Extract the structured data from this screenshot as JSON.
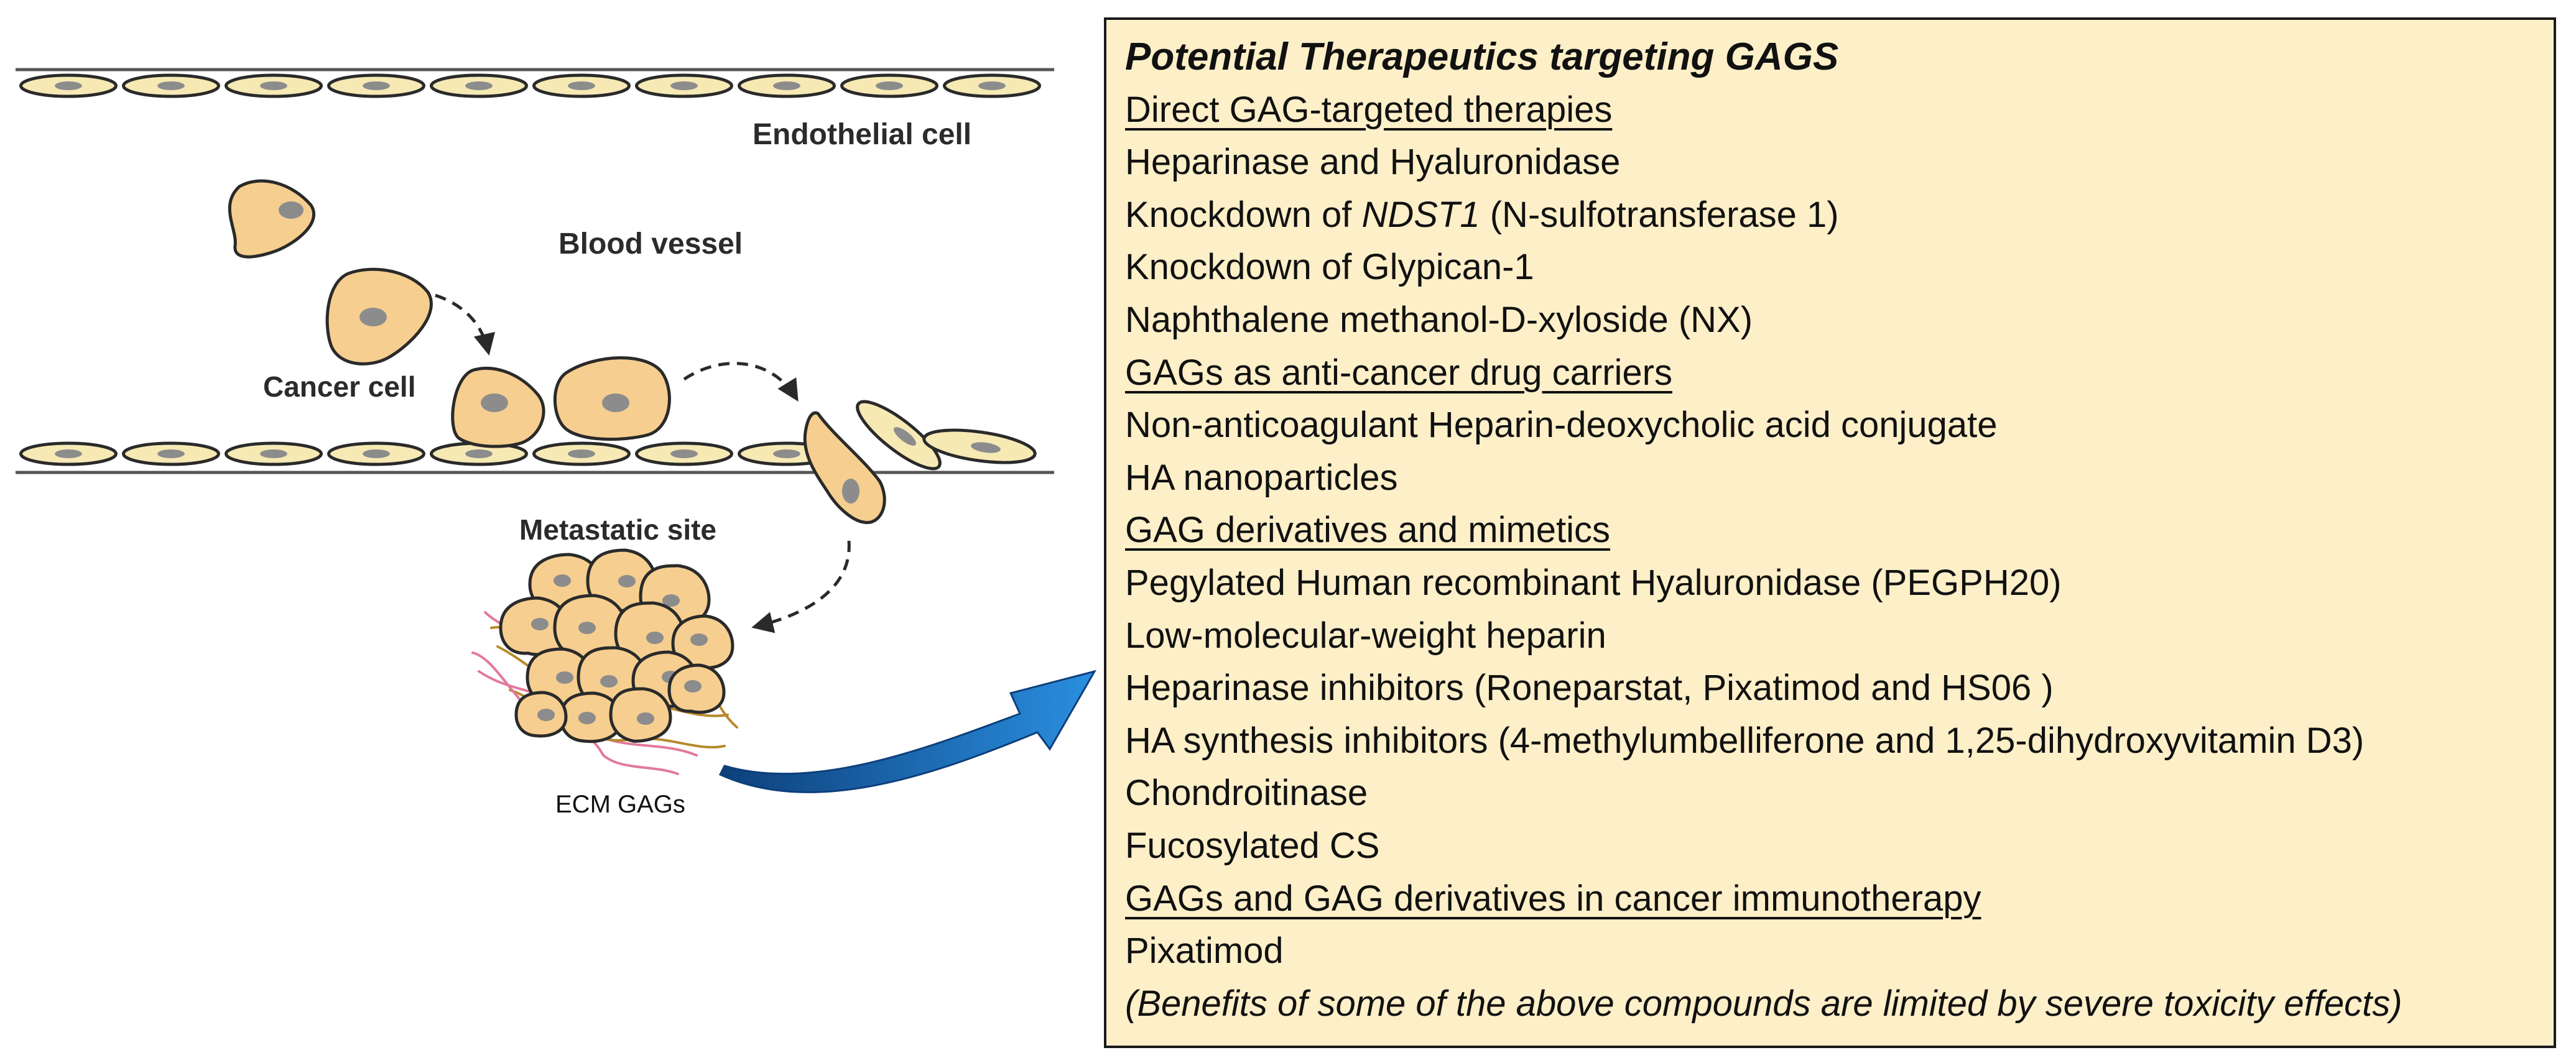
{
  "diagram": {
    "labels": {
      "endothelial_cell": "Endothelial cell",
      "blood_vessel": "Blood vessel",
      "cancer_cell": "Cancer cell",
      "metastatic_site": "Metastatic site",
      "ecm_gags": "ECM GAGs"
    },
    "colors": {
      "cell_fill": "#f6ce8f",
      "endothelial_fill": "#f6e9b4",
      "nucleus": "#8c8c8c",
      "outline": "#2a2a2a",
      "fiber_pink": "#e27a9a",
      "fiber_brown": "#b68a2c",
      "arrow_blue": "#1f6fc4"
    }
  },
  "panel": {
    "background": "#fdefc8",
    "title": "Potential Therapeutics targeting GAGS",
    "sections": {
      "direct": {
        "heading": "Direct GAG-targeted therapies",
        "items": {
          "0": "Heparinase and Hyaluronidase",
          "1_prefix": "Knockdown of ",
          "1_gene": "NDST1",
          "1_suffix": " (N-sulfotransferase 1)",
          "2": "Knockdown of Glypican-1",
          "3": "Naphthalene methanol-D-xyloside (NX)"
        }
      },
      "carriers": {
        "heading": "GAGs as anti-cancer drug carriers",
        "items": [
          "Non-anticoagulant Heparin-deoxycholic acid conjugate",
          "HA nanoparticles"
        ]
      },
      "derivatives": {
        "heading": "GAG derivatives and mimetics",
        "items": [
          "Pegylated Human recombinant Hyaluronidase (PEGPH20)",
          "Low-molecular-weight heparin",
          "Heparinase inhibitors (Roneparstat, Pixatimod and HS06 )",
          "HA synthesis inhibitors (4-methylumbelliferone and 1,25-dihydroxyvitamin D3)",
          "Chondroitinase",
          "Fucosylated CS"
        ]
      },
      "immunotherapy": {
        "heading": "GAGs and GAG derivatives in cancer immunotherapy",
        "items": [
          "Pixatimod"
        ]
      }
    },
    "note": "(Benefits of some of the above compounds are limited by severe toxicity effects)"
  }
}
